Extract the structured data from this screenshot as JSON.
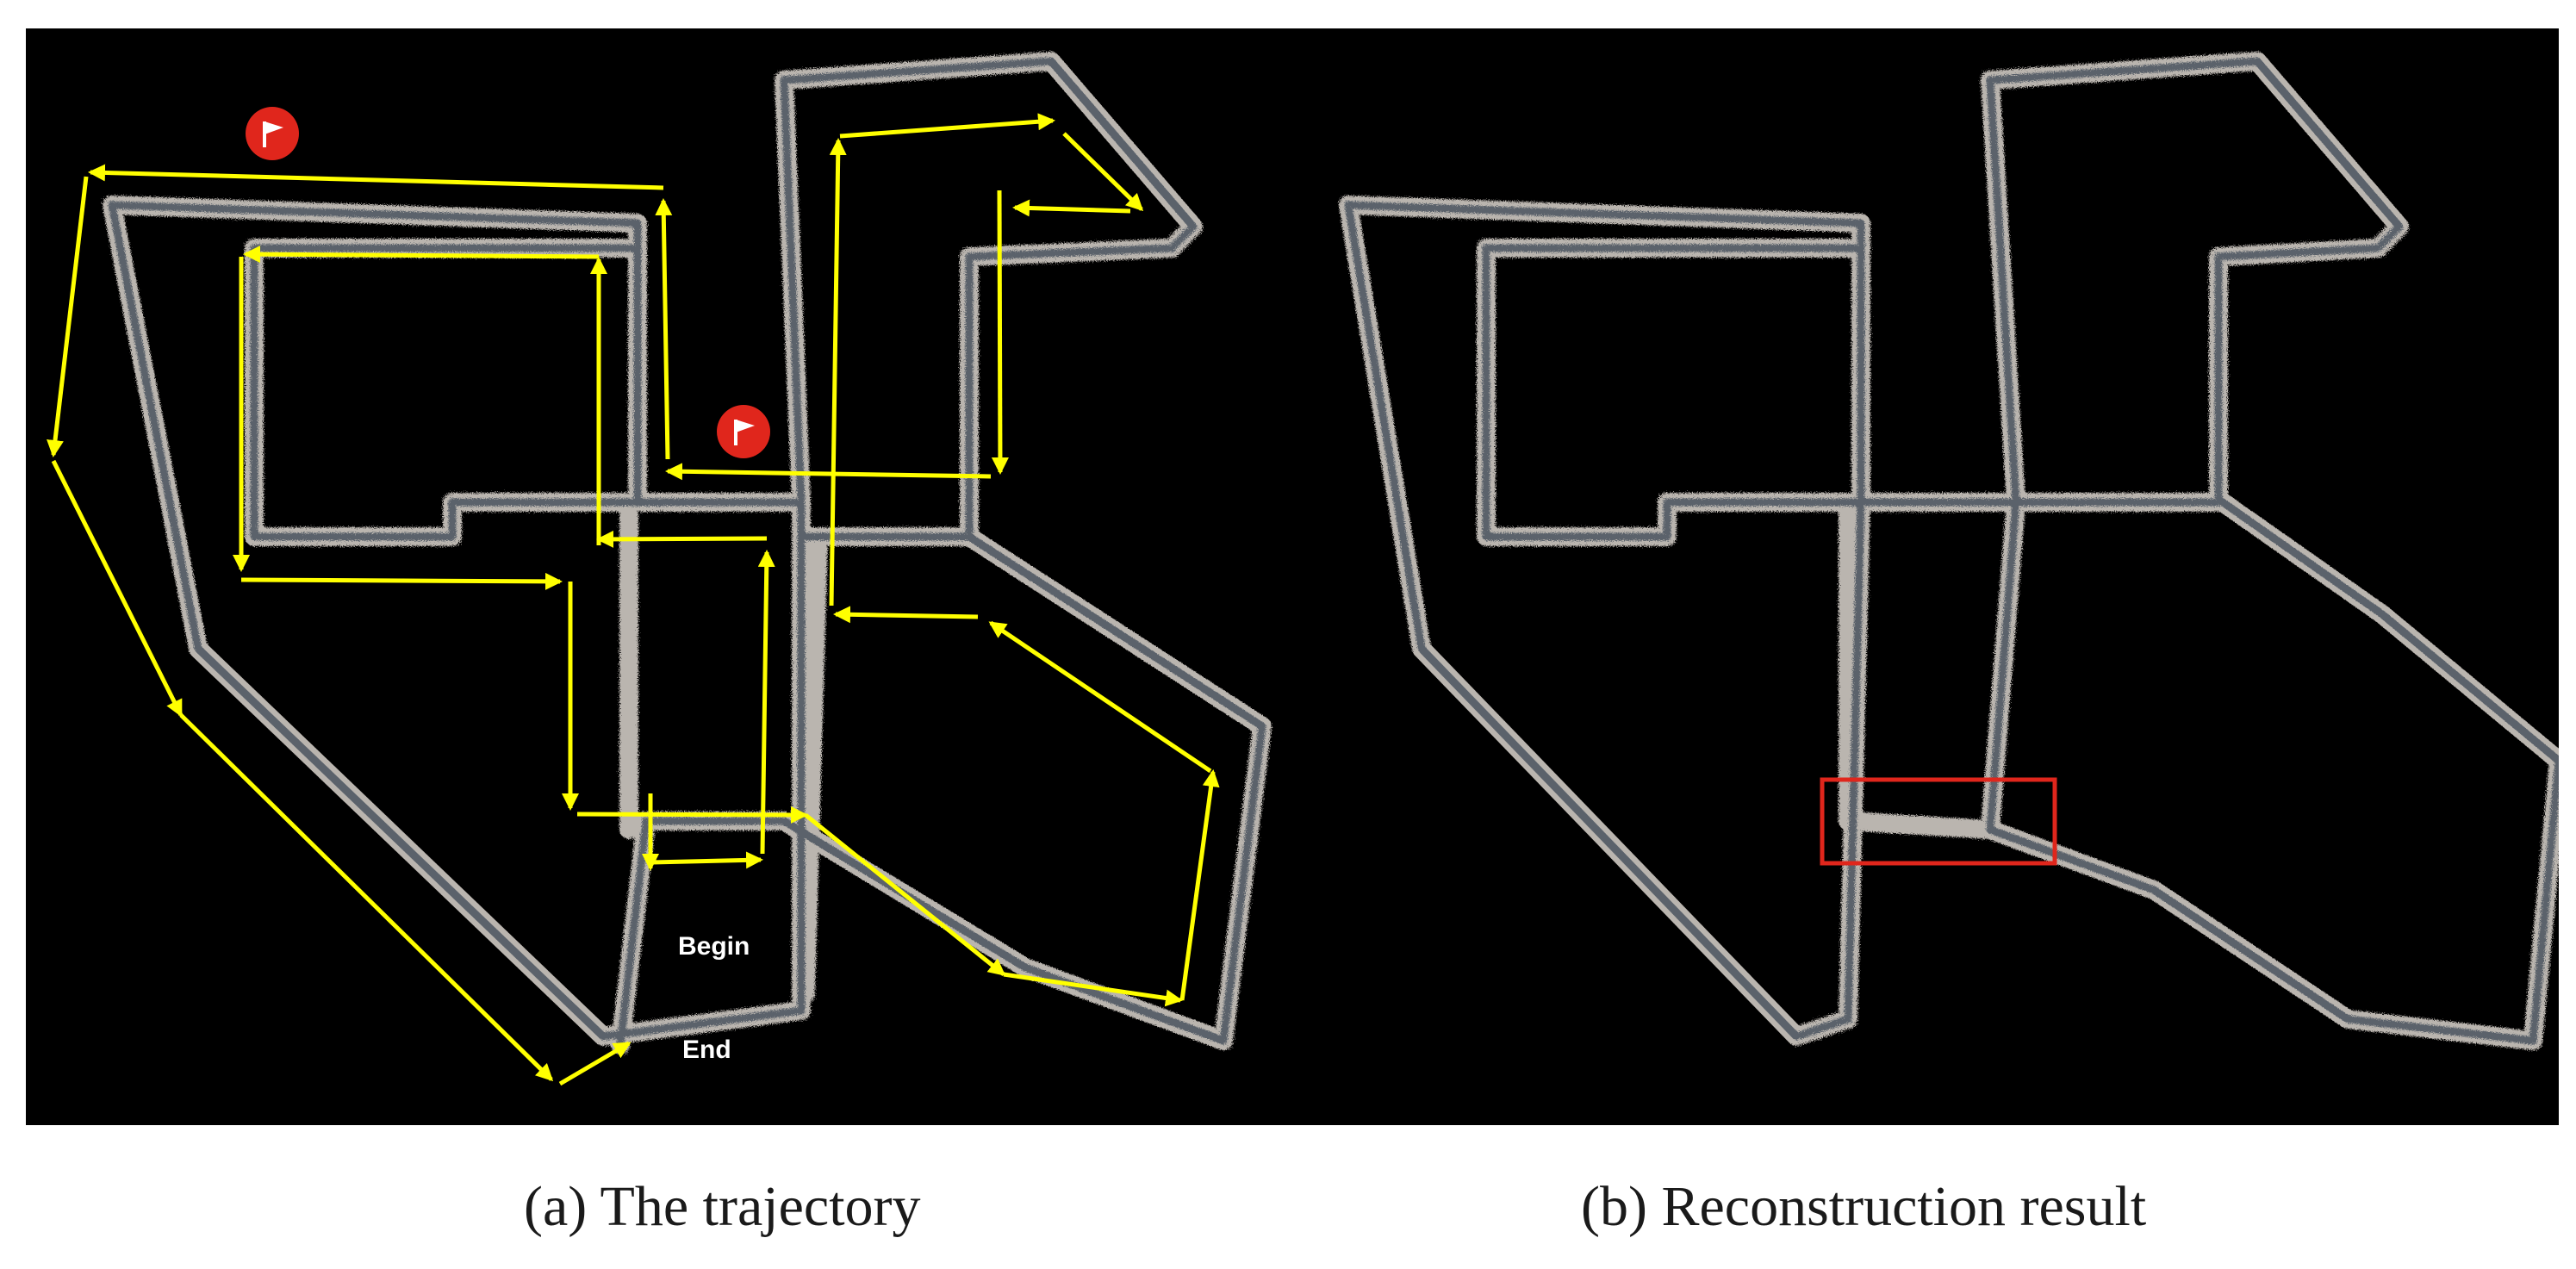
{
  "figure": {
    "panel_a": {
      "caption": "(a) The trajectory",
      "labels": {
        "begin": "Begin",
        "end": "End"
      },
      "markers": [
        "flag-icon",
        "flag-icon"
      ]
    },
    "panel_b": {
      "caption": "(b) Reconstruction result",
      "highlight_color": "#e0261c"
    },
    "colors": {
      "trajectory": "#ffff00",
      "flag_marker": "#e0261c",
      "map_background": "#000000",
      "corridor": "#b9b3ad"
    }
  }
}
